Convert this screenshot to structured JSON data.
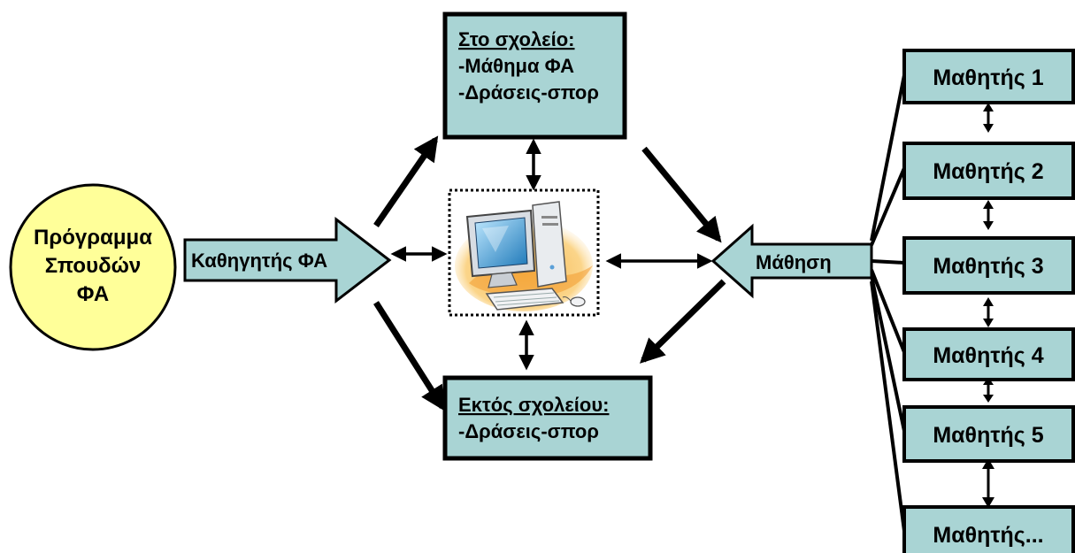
{
  "program_node": {
    "line1": "Πρόγραμμα",
    "line2": "Σπουδών",
    "line3": "ΦΑ"
  },
  "teacher_arrow": {
    "label": "Καθηγητής ΦΑ"
  },
  "school_box": {
    "heading": "Στο σχολείο:",
    "item1": "-Μάθημα ΦΑ",
    "item2": "-Δράσεις-σπορ"
  },
  "outside_box": {
    "heading": "Εκτός σχολείου:",
    "item1": "-Δράσεις-σπορ"
  },
  "learning_arrow": {
    "label": "Μάθηση"
  },
  "students": [
    {
      "label": "Μαθητής 1"
    },
    {
      "label": "Μαθητής 2"
    },
    {
      "label": "Μαθητής 3"
    },
    {
      "label": "Μαθητής 4"
    },
    {
      "label": "Μαθητής 5"
    },
    {
      "label": "Μαθητής..."
    }
  ],
  "colors": {
    "box_fill": "#A9D4D4",
    "circle_fill": "#FFFF99",
    "stroke": "#000000"
  },
  "icons": {
    "center": "computer-clipart-icon"
  }
}
